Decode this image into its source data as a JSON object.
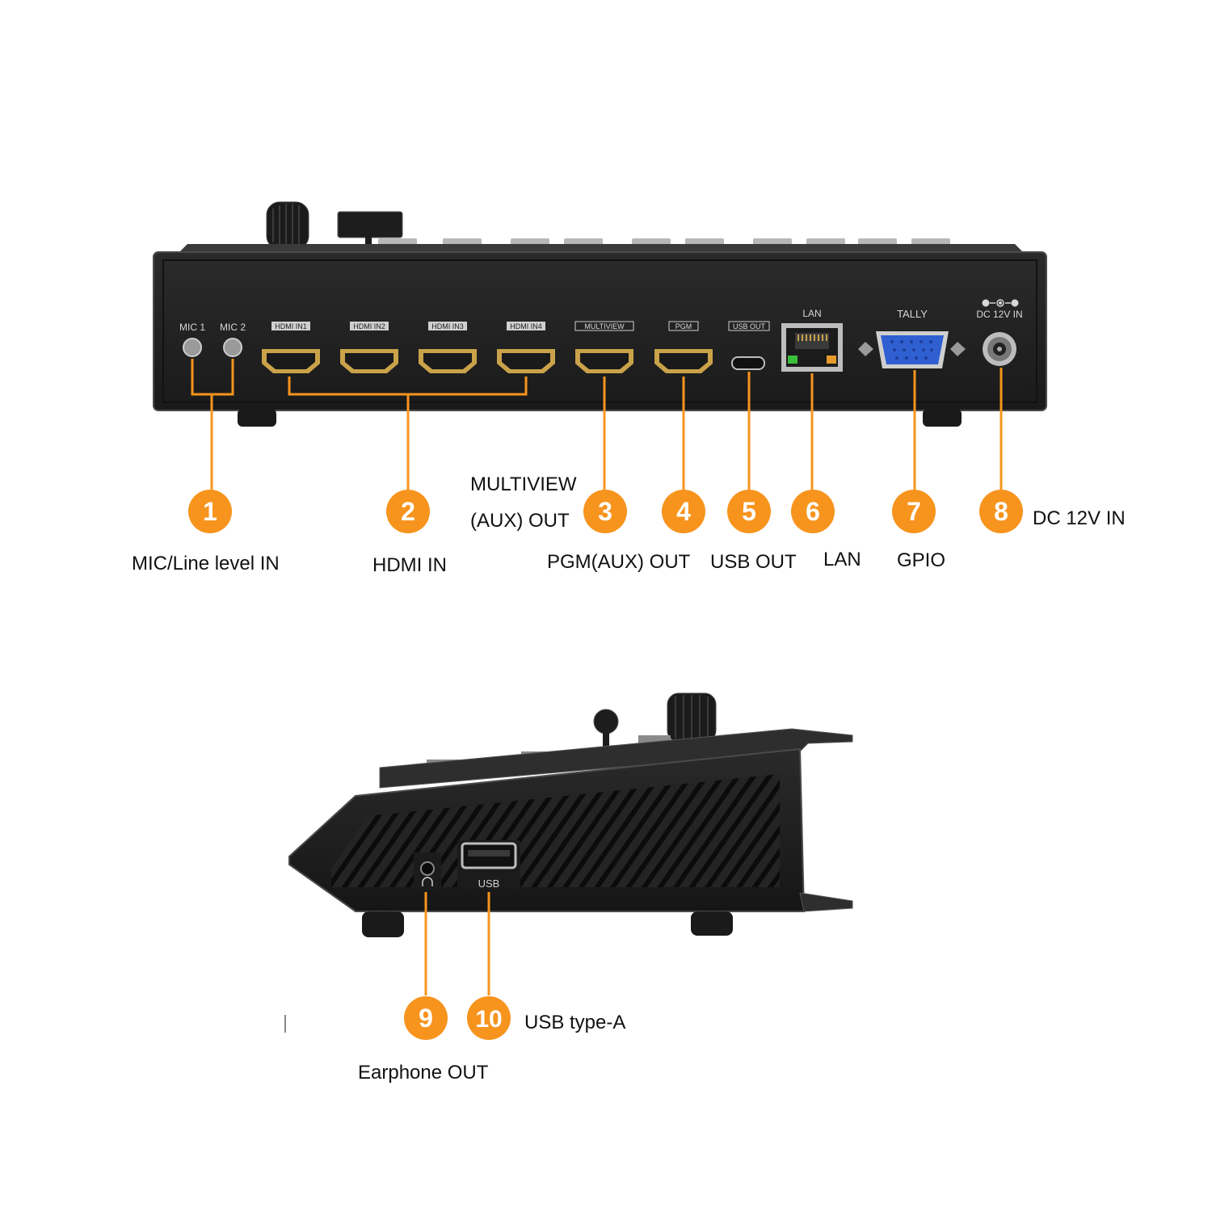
{
  "colors": {
    "accent": "#F7941D",
    "device_body": "#232323",
    "device_edge": "#3a3a3a",
    "port_gold": "#c9a24a",
    "vga_blue": "#2f5fd0",
    "lan_green": "#3bbf3b",
    "lan_amber": "#e69a2e",
    "panel_text": "#d8d8d8"
  },
  "rear_panel": {
    "port_labels": {
      "mic1": "MIC 1",
      "mic2": "MIC 2",
      "hdmi_in1": "HDMI IN1",
      "hdmi_in2": "HDMI IN2",
      "hdmi_in3": "HDMI IN3",
      "hdmi_in4": "HDMI IN4",
      "multiview": "MULTIVIEW",
      "pgm": "PGM",
      "usb_out": "USB OUT",
      "lan": "LAN",
      "tally": "TALLY",
      "dc_in": "DC 12V IN"
    }
  },
  "side_panel": {
    "port_labels": {
      "usb": "USB"
    }
  },
  "callouts": [
    {
      "number": "1",
      "label": "MIC/Line level IN"
    },
    {
      "number": "2",
      "label": "HDMI IN"
    },
    {
      "number": "3",
      "label_line1": "MULTIVIEW",
      "label_line2": "(AUX) OUT"
    },
    {
      "number": "4",
      "label": "PGM(AUX) OUT"
    },
    {
      "number": "5",
      "label": "USB OUT"
    },
    {
      "number": "6",
      "label": "LAN"
    },
    {
      "number": "7",
      "label": "GPIO"
    },
    {
      "number": "8",
      "label": "DC 12V IN"
    },
    {
      "number": "9",
      "label": "Earphone OUT"
    },
    {
      "number": "10",
      "label": "USB type-A"
    }
  ]
}
